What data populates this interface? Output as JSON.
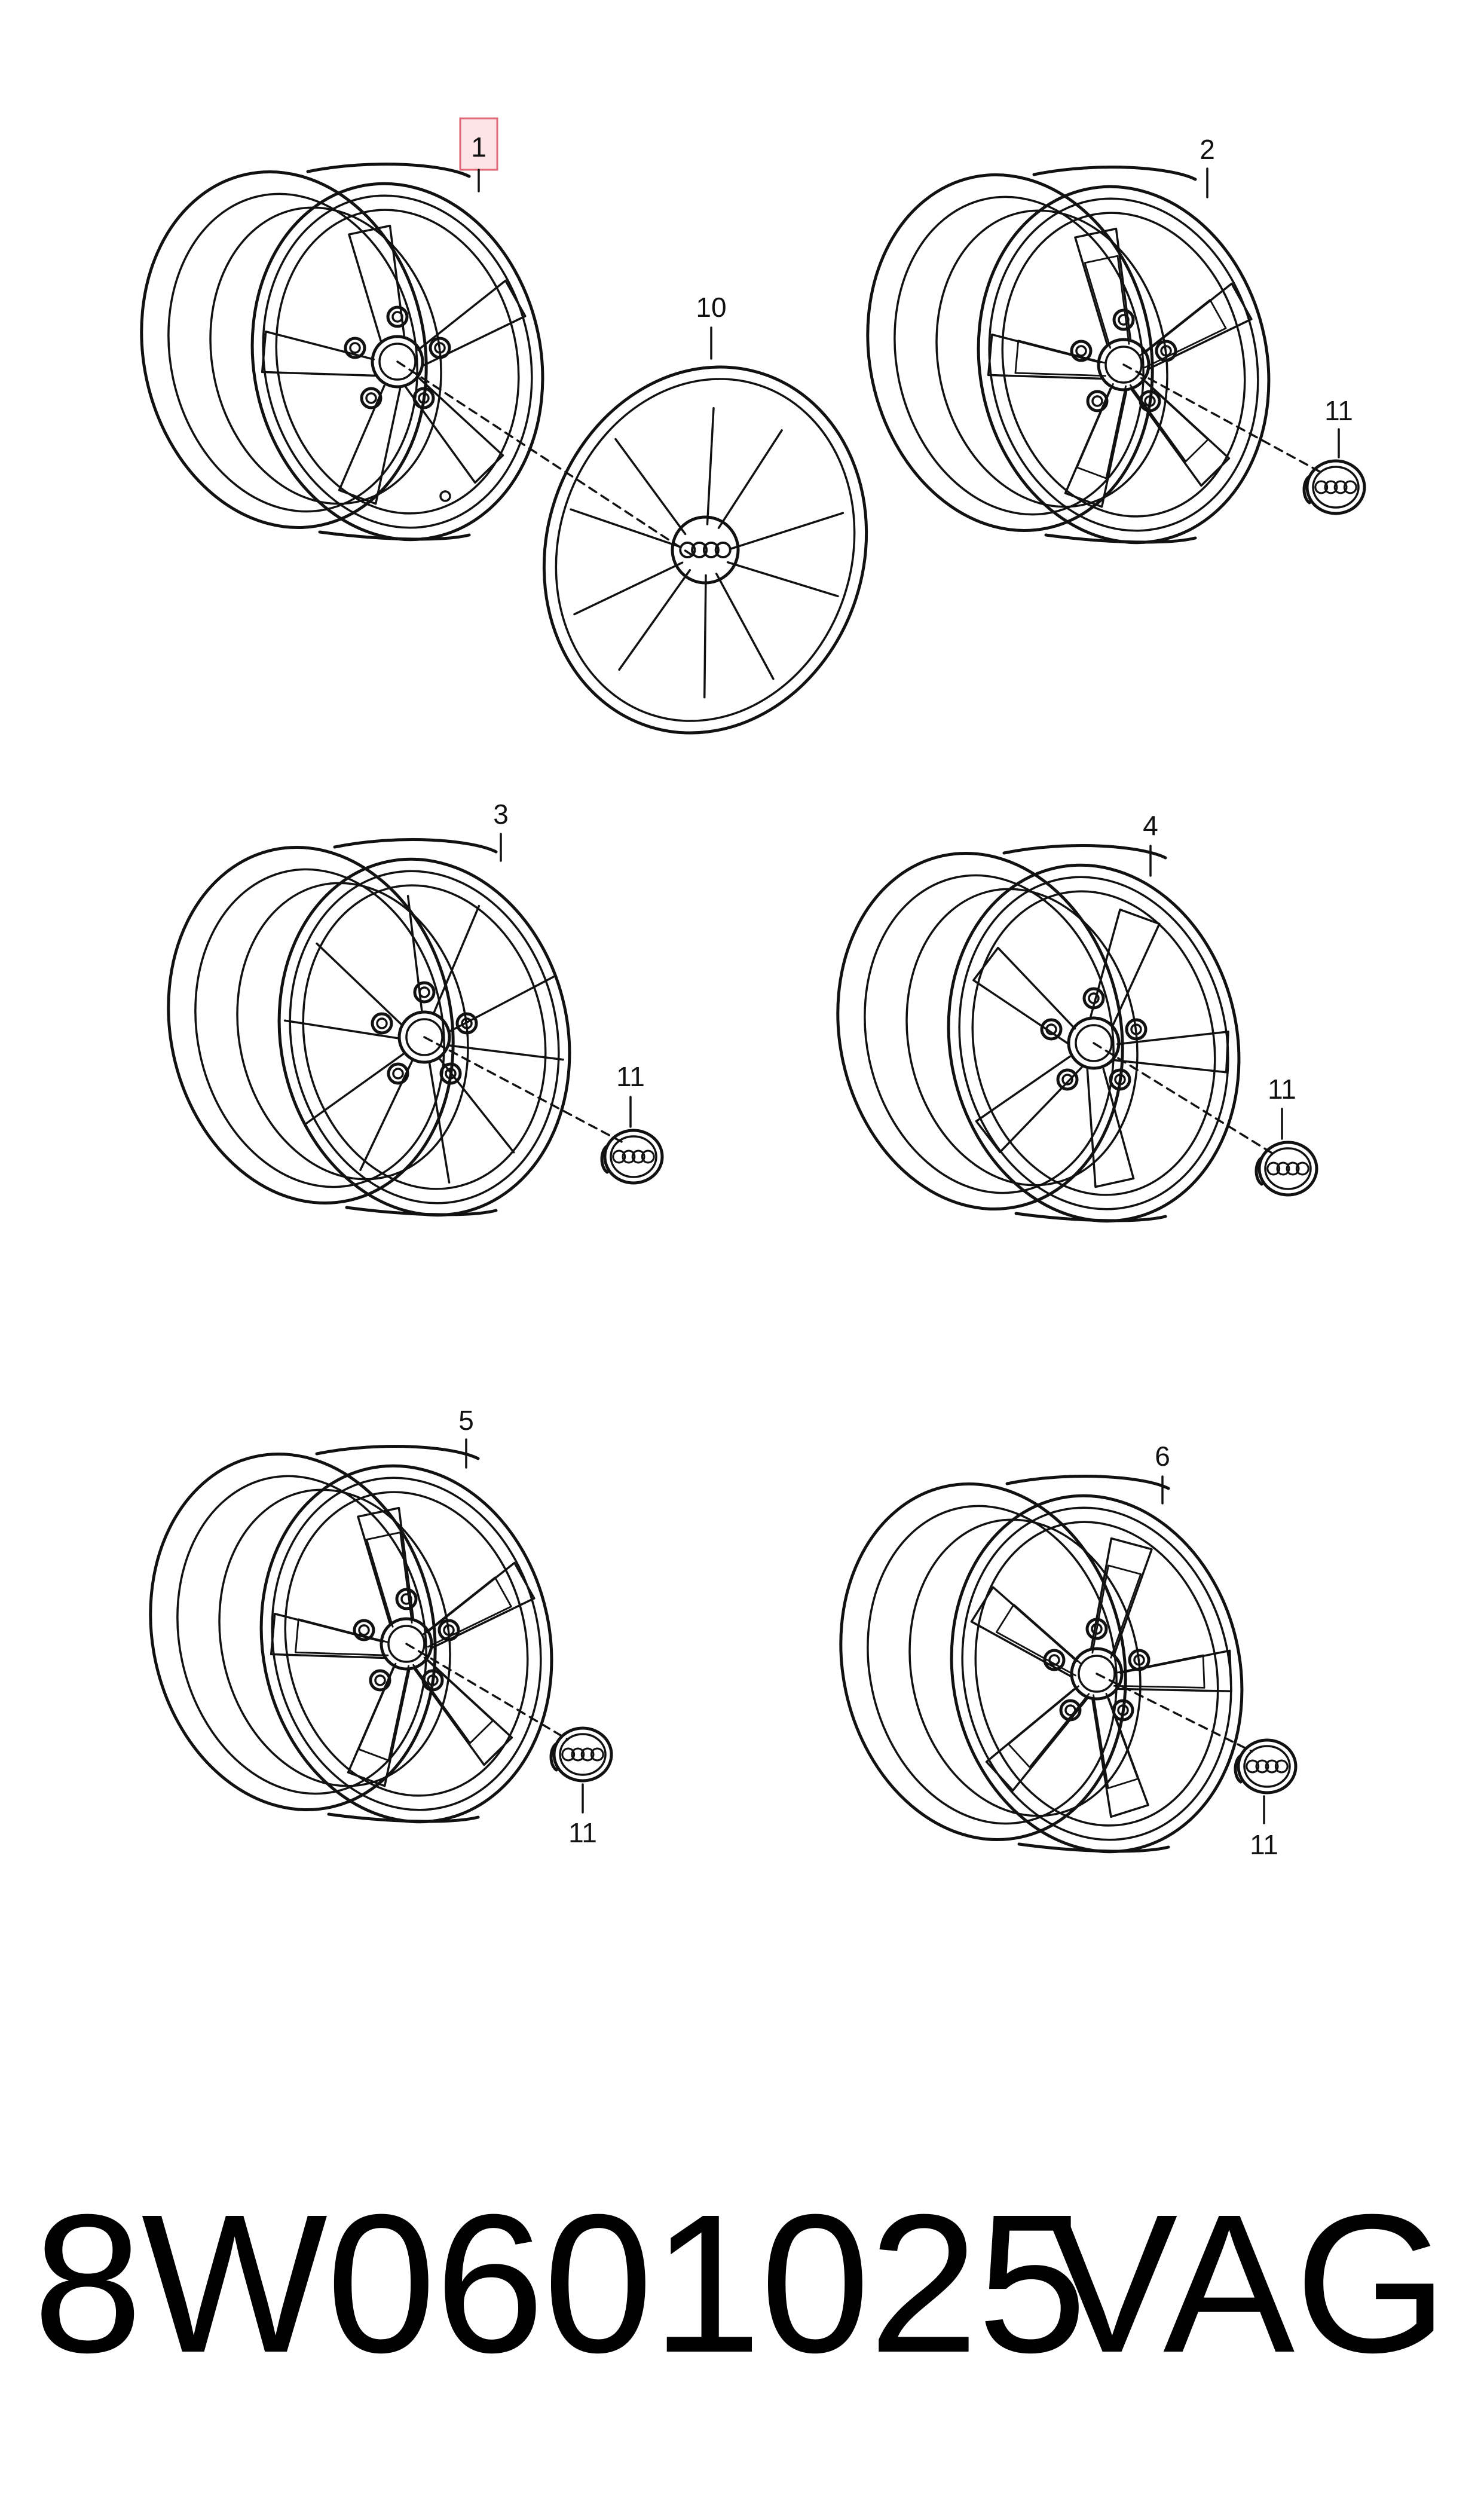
{
  "diagram": {
    "callouts": {
      "c1": "1",
      "c2": "2",
      "c3": "3",
      "c4": "4",
      "c5": "5",
      "c6": "6",
      "c10": "10",
      "c11": "11"
    },
    "highlighted_callout": "1"
  },
  "footer": {
    "part_number": "8W0601025",
    "brand": "VAG"
  },
  "colors": {
    "line": "#111111",
    "highlight_fill": "#fde4e7",
    "highlight_stroke": "#e06a78",
    "background": "#ffffff"
  }
}
